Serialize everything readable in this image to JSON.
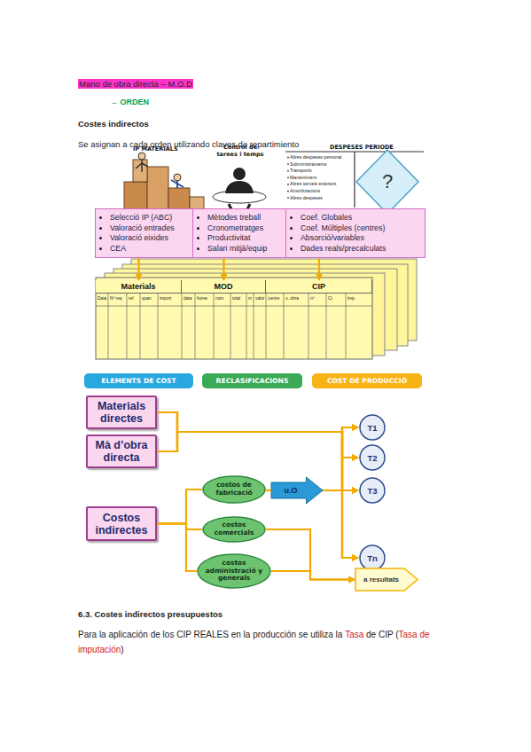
{
  "diagram": {
    "nodes": [
      {
        "text": [
          "?"
        ]
      },
      {
        "text": [
          "Selecció IP (ABC)",
          "Valoració entrades",
          "Valoració eixides",
          "CEA"
        ]
      },
      {
        "text": [
          "Mètodes treball",
          "Cronometratges",
          "Productivitat",
          "Salari mitjà/equip"
        ]
      },
      {
        "text": [
          "Coef. Globales",
          "Coef. Múltiples (centres)",
          "Absorció/variables",
          "Dades reals/precalculats"
        ]
      },
      {
        "text": [
          "Materials"
        ]
      },
      {
        "text": [
          "MOD"
        ]
      },
      {
        "text": [
          "CIP"
        ]
      },
      {
        "text": [
          "ELEMENTS DE COST"
        ]
      },
      {
        "text": [
          "RECLASIFICACIONS"
        ]
      },
      {
        "text": [
          "COST DE PRODUCCIÓ"
        ]
      },
      {
        "text": [
          "Materials directes"
        ]
      },
      {
        "text": [
          "Mà d’obra directa"
        ]
      },
      {
        "text": [
          "Costos indirectes"
        ]
      },
      {
        "text": [
          "costos de fabricació"
        ]
      },
      {
        "text": [
          "costos comercials"
        ]
      },
      {
        "text": [
          "costos administració y generals"
        ]
      },
      {
        "text": [
          "u.O"
        ]
      },
      {
        "text": [
          "T1"
        ]
      },
      {
        "text": [
          "T2"
        ]
      },
      {
        "text": [
          "T3"
        ]
      },
      {
        "text": [
          "Tn"
        ]
      },
      {
        "text": [
          "a resultats"
        ]
      }
    ],
    "edges": [
      {
        "from": 1,
        "to": 4,
        "arrow": "to"
      },
      {
        "from": 2,
        "to": 5,
        "arrow": "to"
      },
      {
        "from": 3,
        "to": 6,
        "arrow": "to"
      },
      {
        "from": 10,
        "to": 17,
        "arrow": "to"
      },
      {
        "from": 10,
        "to": 18,
        "arrow": "to"
      },
      {
        "from": 10,
        "to": 19,
        "arrow": "to"
      },
      {
        "from": 10,
        "to": 20,
        "arrow": "to"
      },
      {
        "from": 11,
        "to": 17,
        "arrow": "to"
      },
      {
        "from": 11,
        "to": 18,
        "arrow": "to"
      },
      {
        "from": 11,
        "to": 19,
        "arrow": "to"
      },
      {
        "from": 11,
        "to": 20,
        "arrow": "to"
      },
      {
        "from": 12,
        "to": 13,
        "arrow": "none"
      },
      {
        "from": 12,
        "to": 14,
        "arrow": "none"
      },
      {
        "from": 12,
        "to": 15,
        "arrow": "none"
      },
      {
        "from": 13,
        "to": 16,
        "arrow": "none"
      },
      {
        "from": 16,
        "to": 17,
        "arrow": "to"
      },
      {
        "from": 16,
        "to": 18,
        "arrow": "to"
      },
      {
        "from": 16,
        "to": 19,
        "arrow": "to"
      },
      {
        "from": 16,
        "to": 20,
        "arrow": "to"
      },
      {
        "from": 14,
        "to": 21,
        "arrow": "to"
      },
      {
        "from": 15,
        "to": 21,
        "arrow": "to"
      }
    ],
    "labels": [
      "Mano de obra directa – M.O.D",
      "→ ORDEN",
      "Costes indirectos",
      "Se asignan a cada orden utilizando claves de repartimiento",
      "IP MATERIALS",
      "Control de tarees i temps",
      "DESPESES PERIODE",
      "Altres despeses personal",
      "Subministraments",
      "Transports",
      "Manteniment",
      "Altres serveis exteriors",
      "Amortitzacions",
      "Altres despeses",
      "Data",
      "Nº req",
      "ref",
      "quan",
      "import",
      "data",
      "hores",
      "nom",
      "total",
      "m",
      "valor",
      "centre",
      "u. obra",
      "nº",
      "Ct",
      "imp.",
      "6.3. Costes indirectos presupuestos",
      "Para la aplicación de los CIP REALES en la producción se utiliza la",
      "Tasa",
      "de CIP (",
      "Tasa de imputación",
      ")"
    ]
  }
}
